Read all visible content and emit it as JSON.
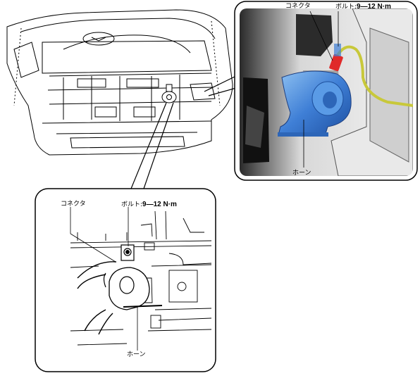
{
  "callouts": {
    "photo": {
      "connector_label": "コネクタ",
      "bolt_label": "ボルト:",
      "torque": "9—12 N·m",
      "horn_label": "ホーン"
    },
    "drawing": {
      "connector_label": "コネクタ",
      "bolt_label": "ボルト:",
      "torque": "9—12 N·m",
      "horn_label": "ホーン"
    }
  },
  "colors": {
    "horn_blue": "#3f7fd6",
    "connector_red": "#e02a2a",
    "wire_yellow": "#c8c83a",
    "line": "#000000"
  }
}
